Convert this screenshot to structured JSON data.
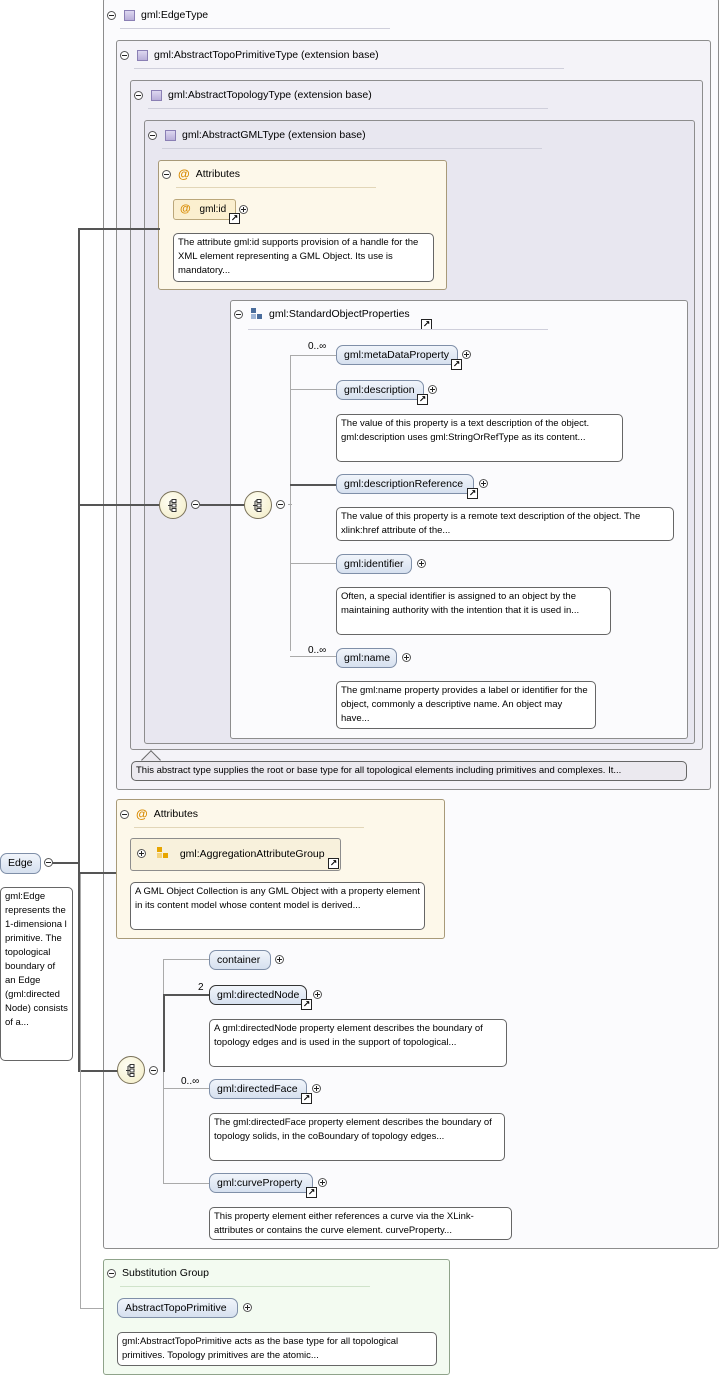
{
  "root": {
    "name": "Edge",
    "doc": "gml:Edge represents the 1-dimensiona l primitive. The topological boundary of an Edge (gml:directed Node) consists of a..."
  },
  "edge_type": {
    "title": "gml:EdgeType"
  },
  "abstract_topo_primitive": {
    "title": "gml:AbstractTopoPrimitiveType (extension base)"
  },
  "abstract_topology": {
    "title": "gml:AbstractTopologyType (extension base)",
    "doc": "This abstract type supplies the root or base type for all topological elements including primitives and complexes. It..."
  },
  "abstract_gml": {
    "title": "gml:AbstractGMLType (extension base)"
  },
  "attributes_1": {
    "title": "Attributes",
    "id_label": "gml:id",
    "id_doc": "The attribute gml:id supports provision of a handle for the XML element representing a GML Object. Its use is mandatory..."
  },
  "standard_props": {
    "title": "gml:StandardObjectProperties",
    "items": [
      {
        "name": "gml:metaDataProperty",
        "card": "0..∞",
        "doc": ""
      },
      {
        "name": "gml:description",
        "card": "",
        "doc": "The value of this property is a text description of the object. gml:description uses gml:StringOrRefType as its content..."
      },
      {
        "name": "gml:descriptionReference",
        "card": "",
        "doc": "The value of this property is a remote text description of the object. The xlink:href attribute of the..."
      },
      {
        "name": "gml:identifier",
        "card": "",
        "doc": "Often, a special identifier is assigned to an object by the maintaining authority with the intention that it is used in..."
      },
      {
        "name": "gml:name",
        "card": "0..∞",
        "doc": "The gml:name property provides a label or identifier for the object, commonly a descriptive name. An object may have..."
      }
    ]
  },
  "attributes_2": {
    "title": "Attributes",
    "group_label": "gml:AggregationAttributeGroup",
    "group_doc": "A GML Object Collection is any GML Object with a property element in its content model whose content model is derived..."
  },
  "edge_seq": {
    "items": [
      {
        "name": "container",
        "card": "",
        "doc": ""
      },
      {
        "name": "gml:directedNode",
        "card": "2",
        "doc": "A gml:directedNode property element describes the boundary of topology edges and is used in the support of topological..."
      },
      {
        "name": "gml:directedFace",
        "card": "0..∞",
        "doc": "The gml:directedFace property element describes the boundary of topology solids, in the coBoundary of topology edges..."
      },
      {
        "name": "gml:curveProperty",
        "card": "",
        "doc": "This property element either references a curve via the XLink-attributes or contains the curve element. curveProperty..."
      }
    ]
  },
  "substitution": {
    "title": "Substitution Group",
    "name": "AbstractTopoPrimitive",
    "doc": "gml:AbstractTopoPrimitive acts as the base type for all topological primitives. Topology primitives are the atomic..."
  }
}
